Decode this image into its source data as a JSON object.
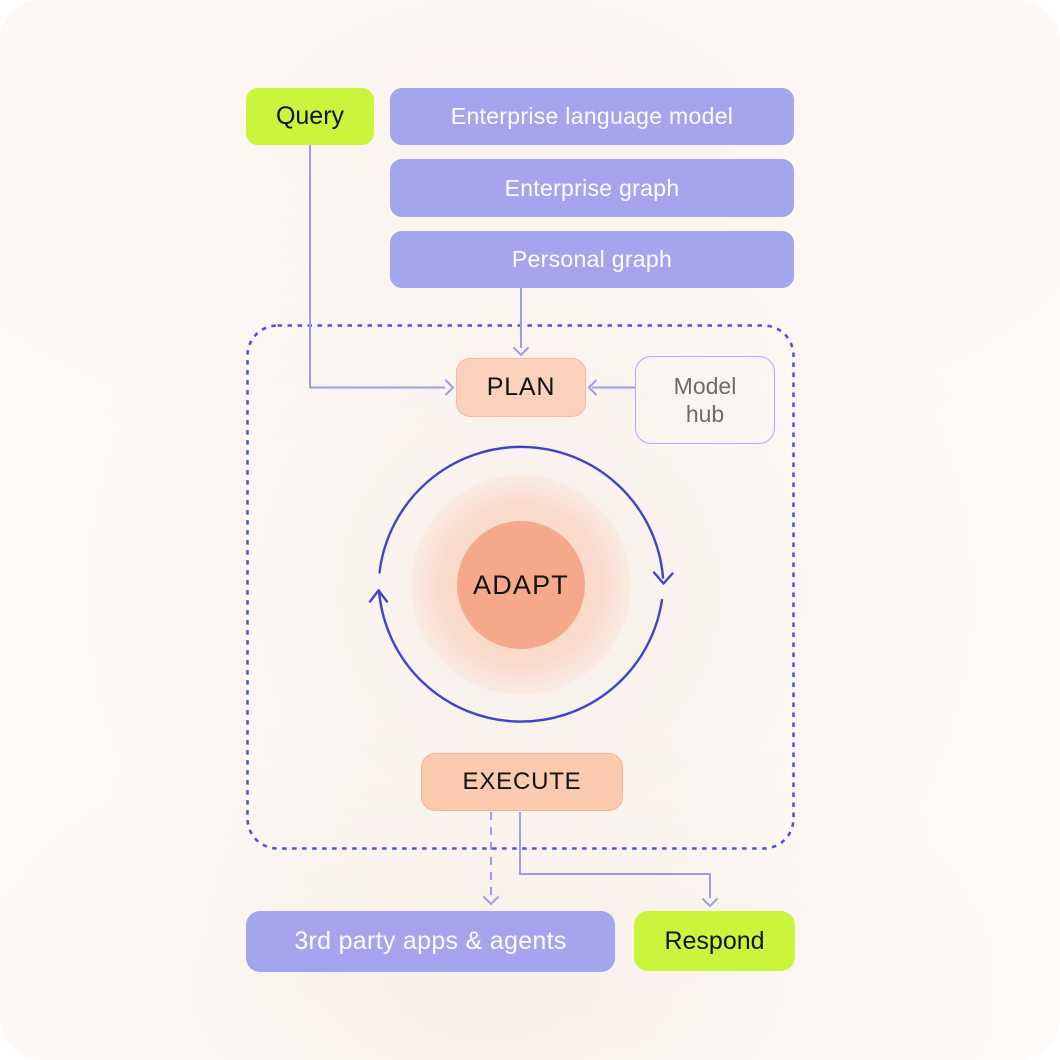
{
  "diagram": {
    "nodes": {
      "query": {
        "label": "Query"
      },
      "enterprise_language_model": {
        "label": "Enterprise language model"
      },
      "enterprise_graph": {
        "label": "Enterprise graph"
      },
      "personal_graph": {
        "label": "Personal graph"
      },
      "plan": {
        "label": "PLAN"
      },
      "model_hub": {
        "label": "Model hub"
      },
      "adapt": {
        "label": "ADAPT"
      },
      "execute": {
        "label": "EXECUTE"
      },
      "third_party_apps": {
        "label": "3rd party apps & agents"
      },
      "respond": {
        "label": "Respond"
      }
    },
    "edges": [
      {
        "from": "query",
        "to": "plan",
        "style": "solid-arrow"
      },
      {
        "from": "personal_graph",
        "to": "plan",
        "style": "solid-arrow"
      },
      {
        "from": "model_hub",
        "to": "plan",
        "style": "solid-arrow"
      },
      {
        "from": "execute",
        "to": "third_party_apps",
        "style": "dashed-arrow"
      },
      {
        "from": "execute",
        "to": "respond",
        "style": "solid-arrow"
      },
      {
        "cycle": "adapt-loop",
        "direction": "clockwise"
      }
    ],
    "colors": {
      "lime": "#cbf43d",
      "purple": "#a5a4ee",
      "peach_fill": "#fbd1be",
      "peach_execute": "#fac9ae",
      "salmon_core": "#f5a98a",
      "peach_halo": "#fad5c4",
      "cycle_stroke": "#4144cb",
      "dashed_container": "#4f55d7",
      "connector": "#9c9dea",
      "model_hub_border": "#aeadf0",
      "model_hub_text": "#6c6c70",
      "white_text": "#fdfdff",
      "black_text": "#131313",
      "background": "#faf4f0"
    }
  }
}
